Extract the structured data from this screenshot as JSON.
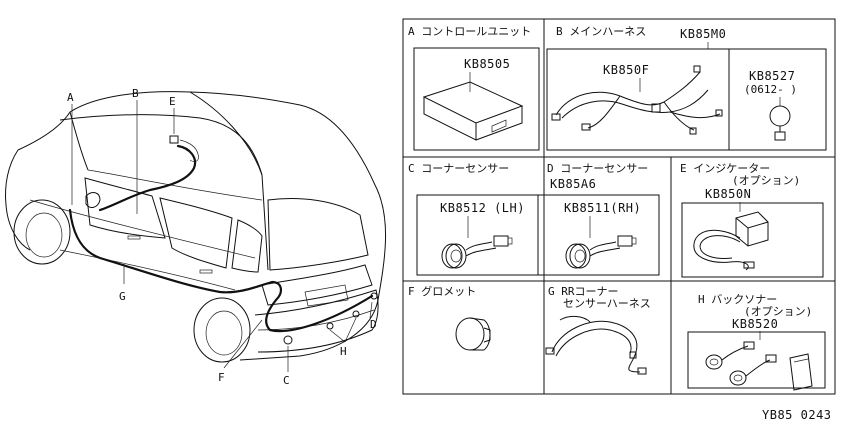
{
  "car_callouts": {
    "a": "A",
    "b": "B",
    "c": "C",
    "d": "D",
    "e": "E",
    "f": "F",
    "g": "G",
    "h": "H"
  },
  "panels": {
    "a": {
      "title": "A コントロールユニット",
      "code": "KB8505"
    },
    "b": {
      "title": "B メインハーネス",
      "code_main": "KB85M0",
      "code_sub": "KB850F",
      "code_alt": "KB8527",
      "code_alt_note": "(0612-   )"
    },
    "c": {
      "title": "C コーナーセンサー",
      "code": "KB8512 (LH)"
    },
    "d": {
      "title": "D コーナーセンサー",
      "code_group": "KB85A6",
      "code": "KB8511(RH)"
    },
    "e": {
      "title": "E インジケーター",
      "subtitle": "(オプション)",
      "code": "KB850N"
    },
    "f": {
      "title": "F グロメット"
    },
    "g": {
      "title": "G RRコーナー",
      "title2": "センサーハーネス"
    },
    "h": {
      "title": "H バックソナー",
      "subtitle": "(オプション)",
      "code": "KB8520"
    }
  },
  "footer": {
    "ref": "YB85 0243"
  }
}
